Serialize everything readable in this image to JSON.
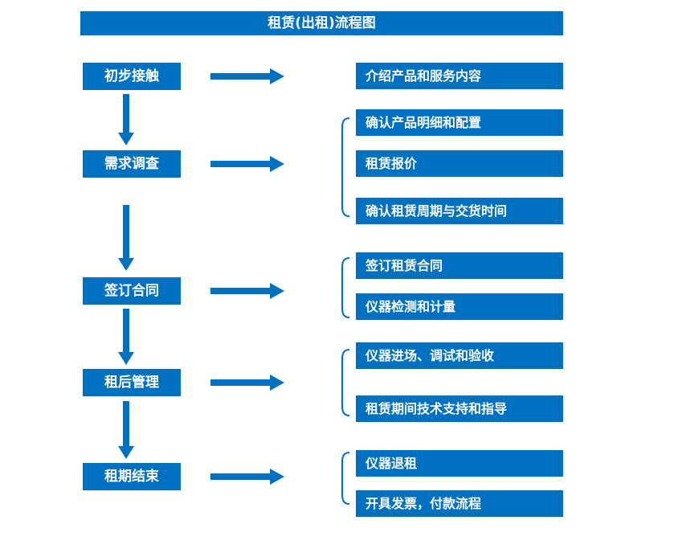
{
  "title": "租赁(出租)流程图",
  "colors": {
    "primary": "#0070c0",
    "box_text": "#ffffff",
    "background": "#ffffff"
  },
  "stages": [
    {
      "label": "初步接触",
      "details": [
        "介绍产品和服务内容"
      ]
    },
    {
      "label": "需求调查",
      "details": [
        "确认产品明细和配置",
        "租赁报价",
        "确认租赁周期与交货时间"
      ]
    },
    {
      "label": "签订合同",
      "details": [
        "签订租赁合同",
        "仪器检测和计量"
      ]
    },
    {
      "label": "租后管理",
      "details": [
        "仪器进场、调试和验收",
        "租赁期间技术支持和指导"
      ]
    },
    {
      "label": "租期结束",
      "details": [
        "仪器退租",
        "开具发票，付款流程"
      ]
    }
  ]
}
